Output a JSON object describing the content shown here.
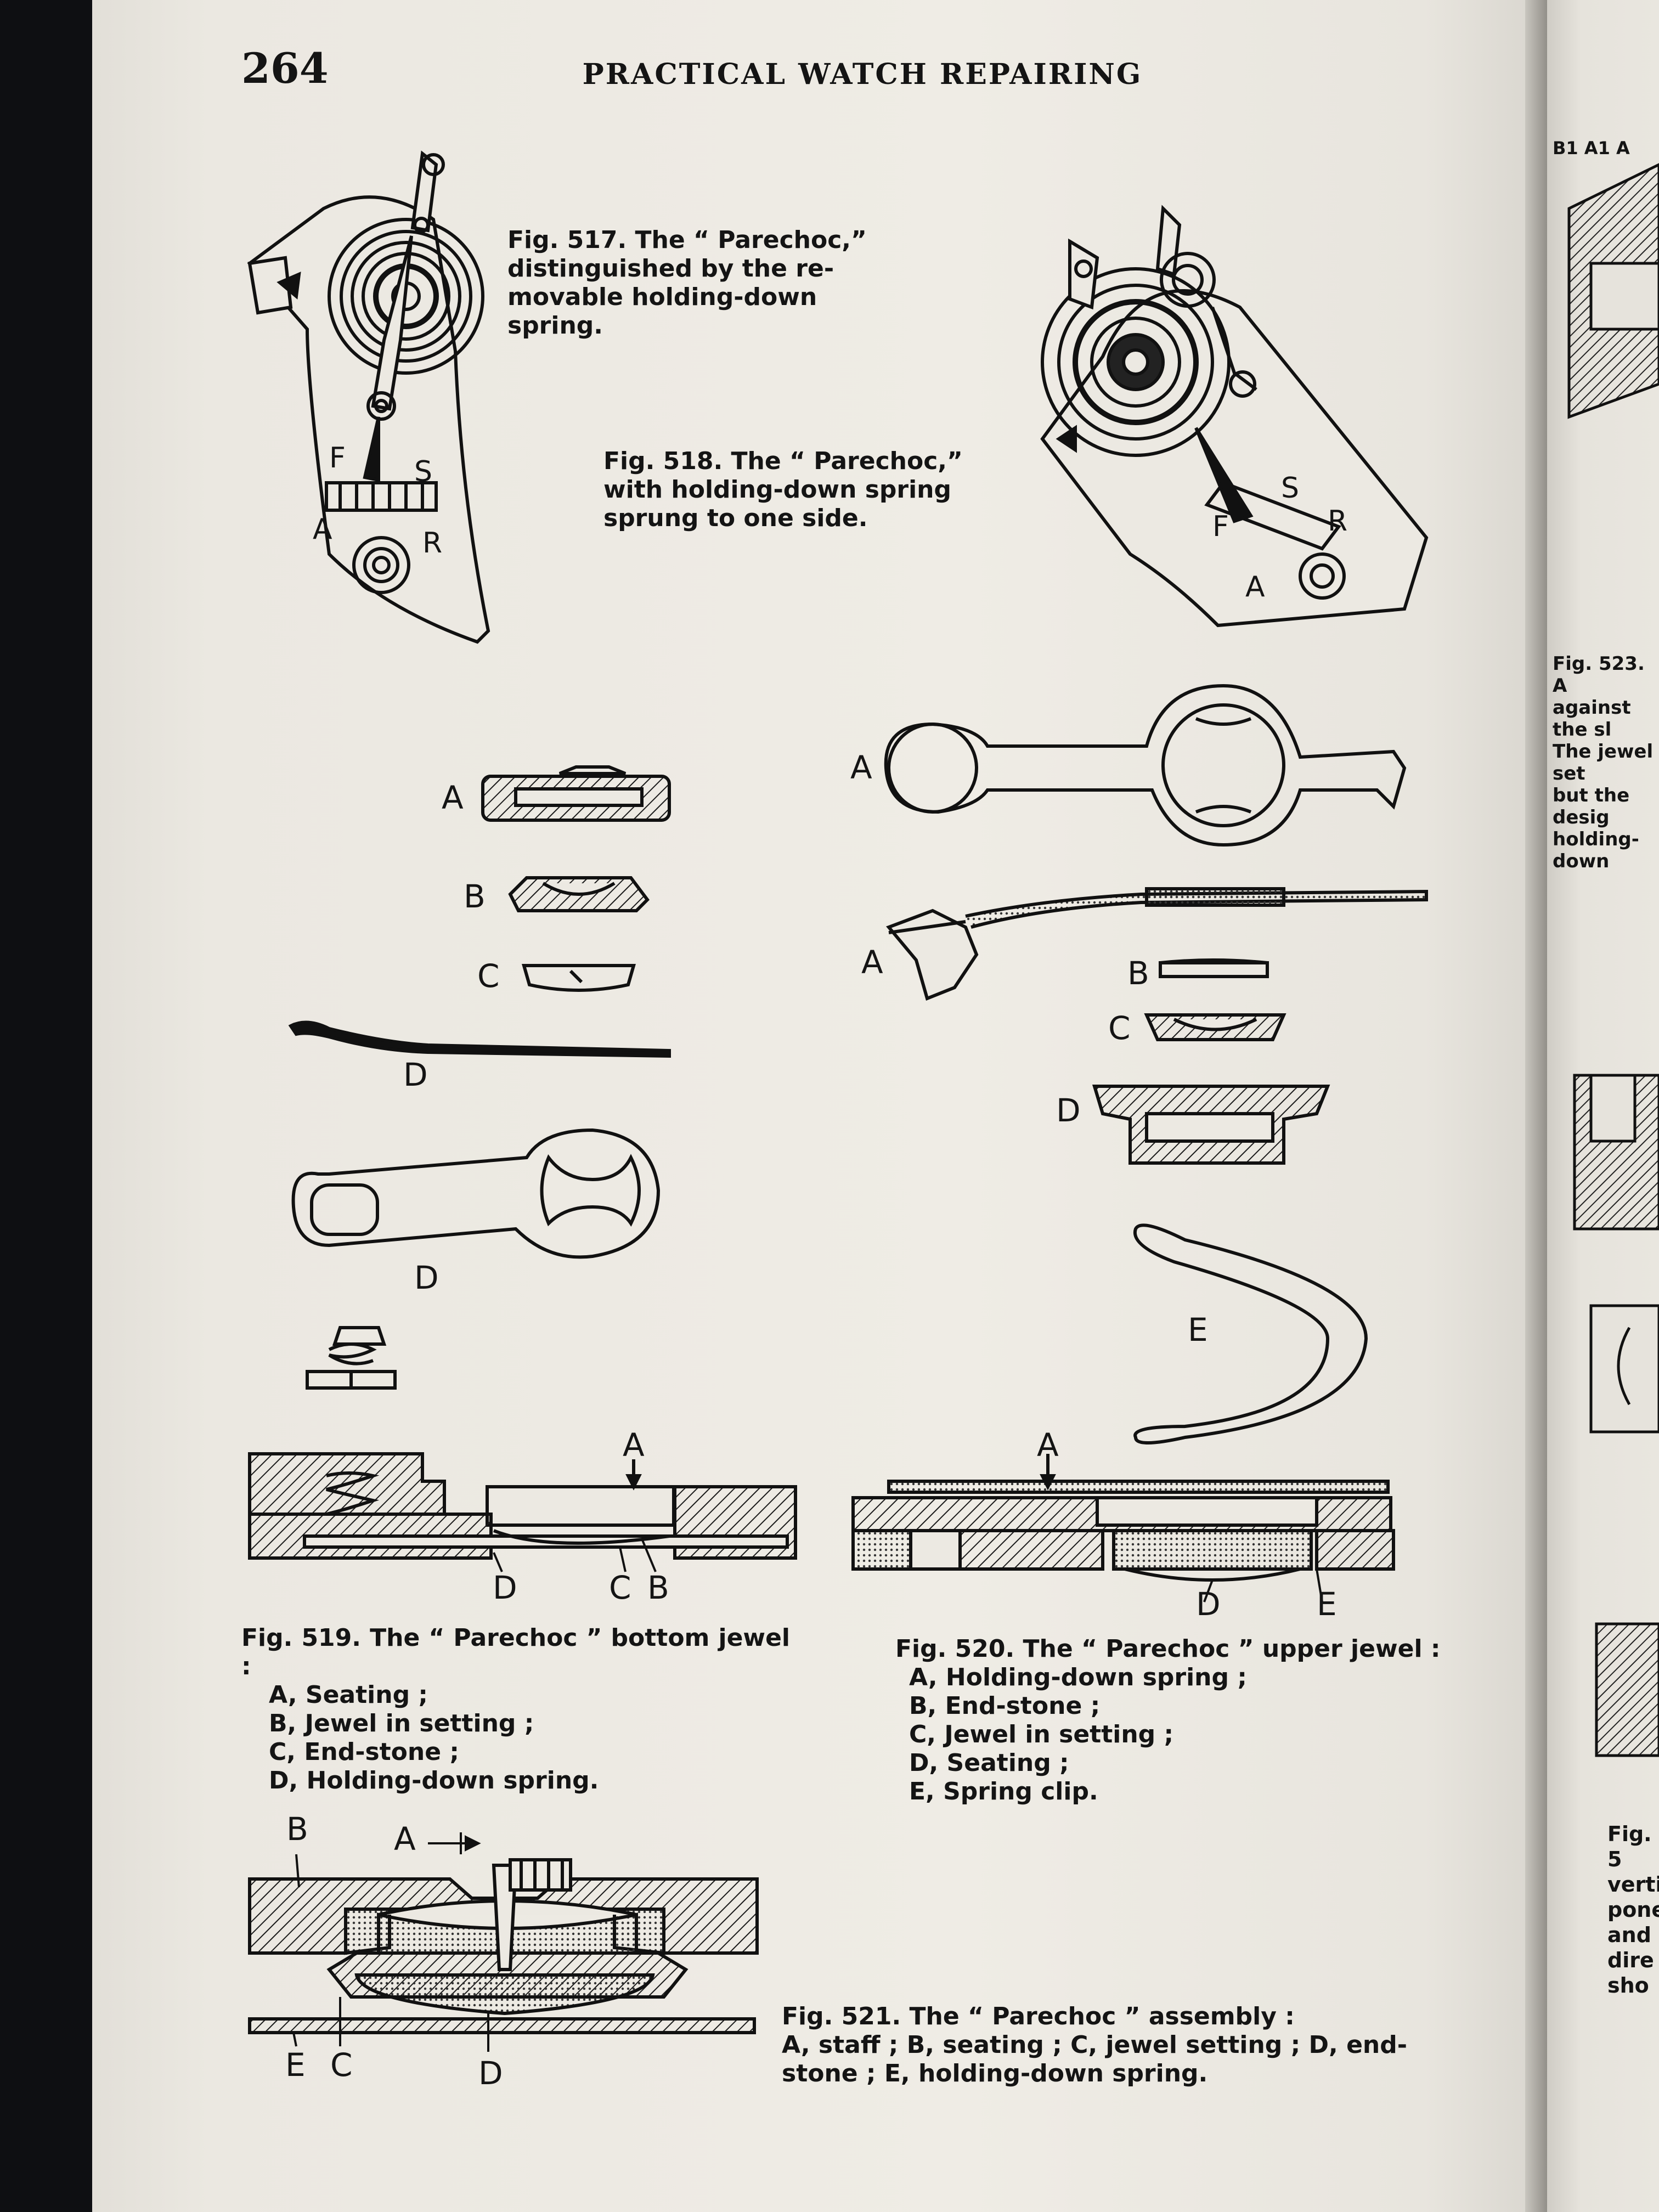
{
  "header": {
    "page_number": "264",
    "running_title": "PRACTICAL WATCH REPAIRING"
  },
  "figures": {
    "fig517": {
      "caption": "Fig. 517. The “ Parechoc,” distinguished by the re-movable holding-down spring."
    },
    "fig518": {
      "caption": "Fig. 518. The “ Parechoc,” with holding-down spring sprung to one side."
    },
    "fig519": {
      "caption_title": "Fig. 519. The “ Parechoc ” bottom jewel :",
      "items": [
        "A, Seating ;",
        "B, Jewel in setting ;",
        "C, End-stone ;",
        "D, Holding-down spring."
      ]
    },
    "fig520": {
      "caption_title": "Fig. 520. The “ Parechoc ” upper jewel :",
      "items": [
        "A, Holding-down spring ;",
        "B, End-stone ;",
        "C, Jewel in setting ;",
        "D, Seating ;",
        "E, Spring clip."
      ]
    },
    "fig521": {
      "caption_line1": "Fig. 521. The “ Parechoc ” assembly :",
      "caption_line2": "A, staff ; B, seating ; C, jewel setting ; D, end-",
      "caption_line3": "stone ; E, holding-down spring."
    }
  },
  "labels": {
    "A": "A",
    "B": "B",
    "C": "C",
    "D": "D",
    "E": "E",
    "F": "F",
    "S": "S",
    "R": "R"
  },
  "adjacent_page": {
    "fig523_lines": [
      "Fig. 523. A",
      "against the sl",
      "The jewel set",
      "but the desig",
      "holding-down"
    ],
    "fig5_lines": [
      "Fig. 5",
      "verti",
      "pone",
      "and",
      "dire",
      "sho"
    ],
    "top_labels": "B1 A1 A"
  }
}
